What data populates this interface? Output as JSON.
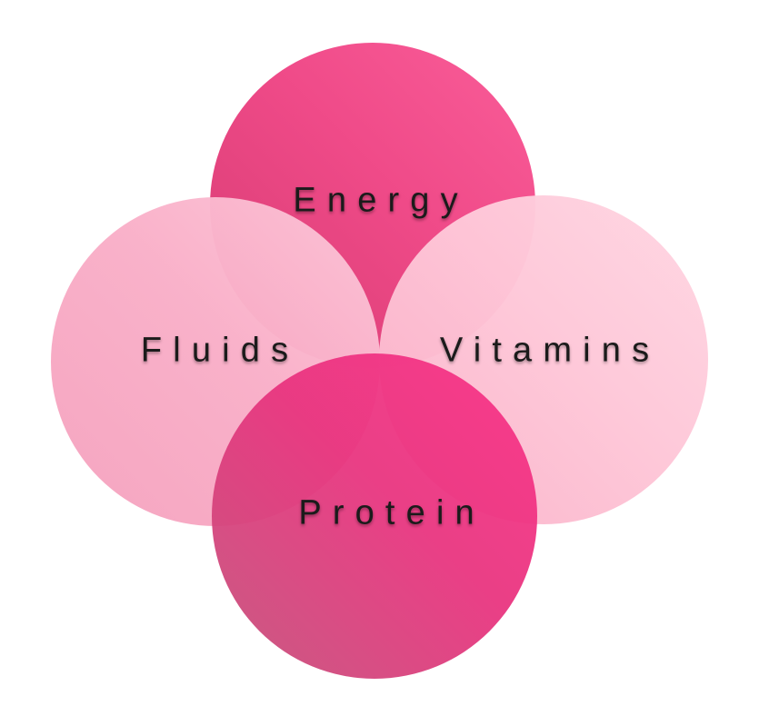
{
  "diagram": {
    "type": "venn-clover",
    "background_color": "#ffffff",
    "text_color": "#1b1b1b",
    "circles": [
      {
        "id": "energy",
        "label": "Energy",
        "position": "top",
        "gradient": [
          "#FA5D99",
          "#EF4A88",
          "#D63C72"
        ],
        "opacity": 1
      },
      {
        "id": "fluids",
        "label": "Fluids",
        "position": "left",
        "gradient": [
          "#FCC6D8",
          "#F9AFC8",
          "#F5A2BE"
        ],
        "opacity": 0.97
      },
      {
        "id": "vitamins",
        "label": "Vitamins",
        "position": "right",
        "gradient": [
          "#FFD6E2",
          "#FEC7D8",
          "#FAB2C9"
        ],
        "opacity": 0.97
      },
      {
        "id": "protein",
        "label": "Protein",
        "position": "bottom",
        "gradient": [
          "#FB3288",
          "#E8337E",
          "#C4517A"
        ],
        "opacity": 0.94
      }
    ]
  }
}
